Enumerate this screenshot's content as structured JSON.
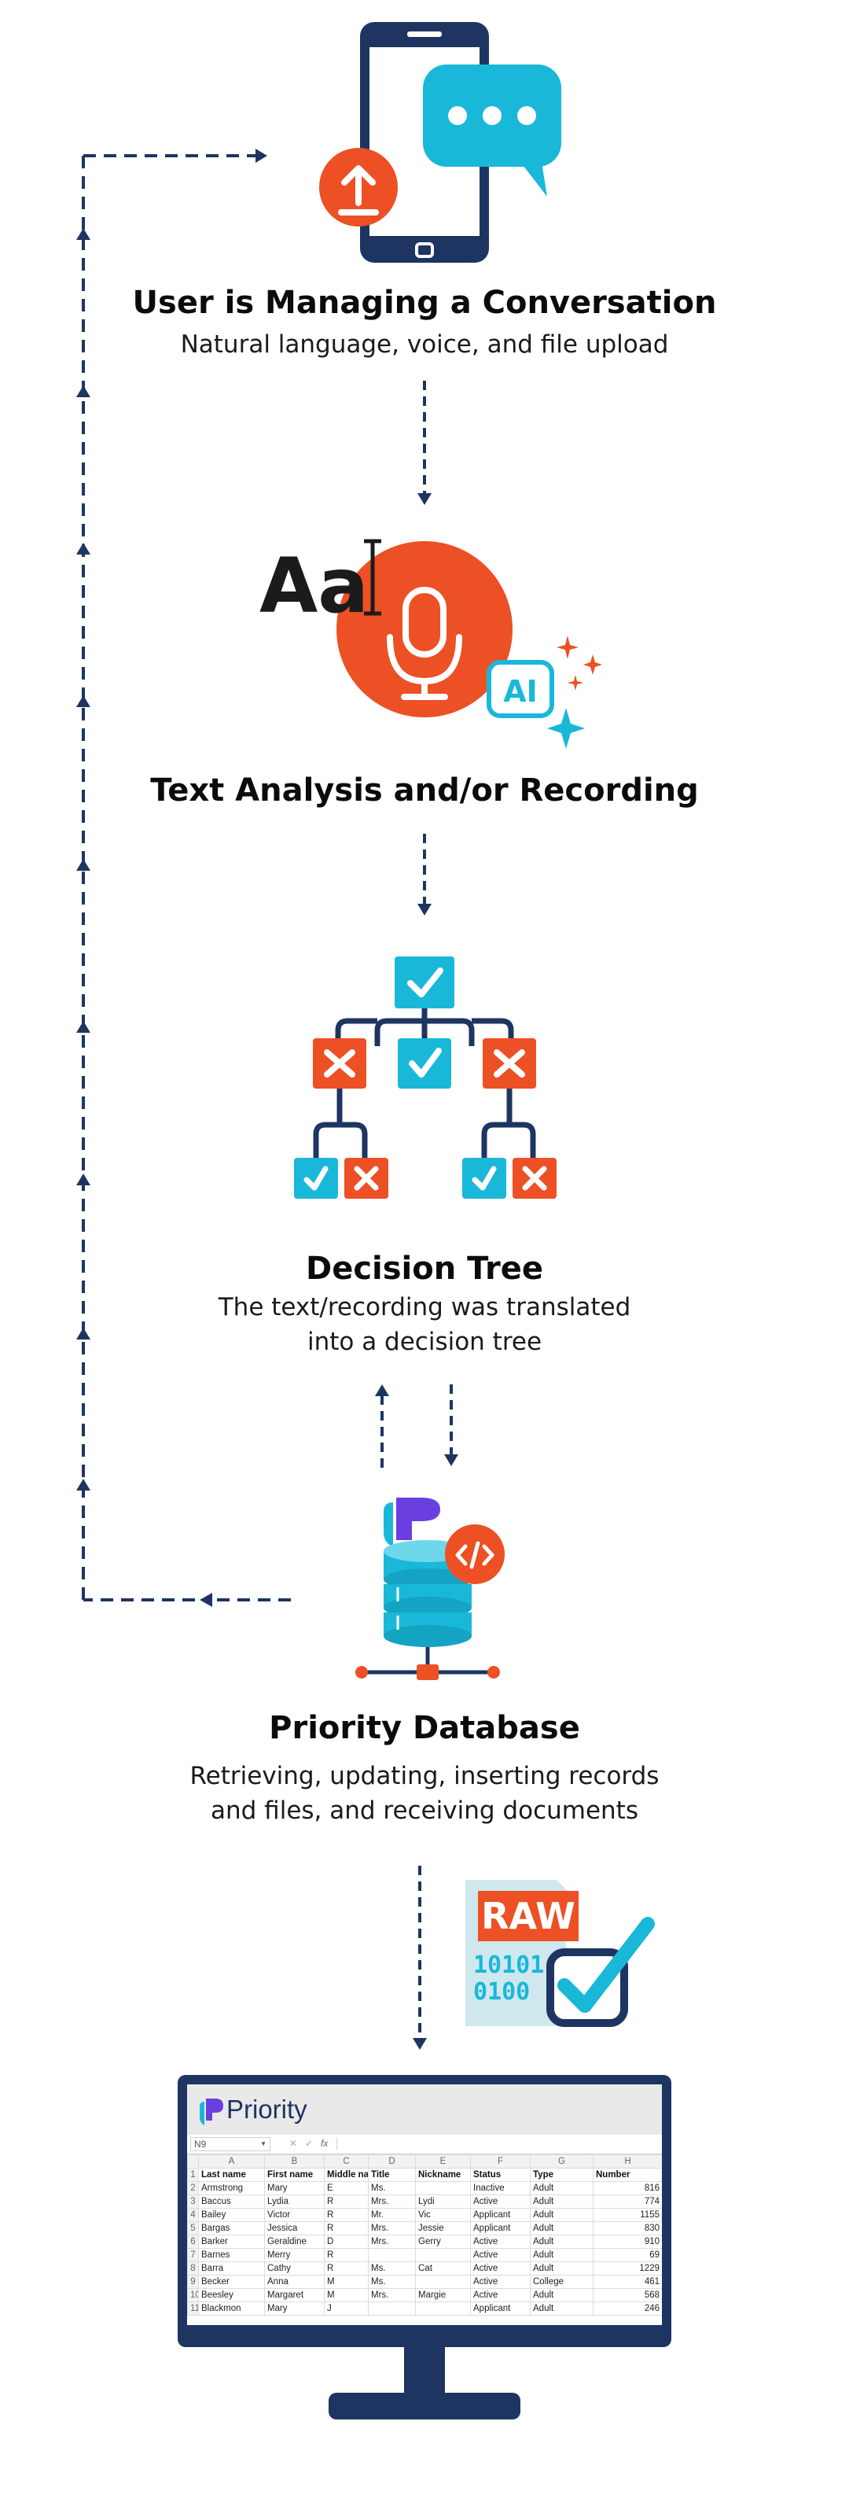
{
  "colors": {
    "navy": "#1e3561",
    "cyan": "#19b8d8",
    "orange": "#ec5024",
    "purple": "#6a3fe0"
  },
  "steps": [
    {
      "title": "User is Managing a Conversation",
      "subtitle": [
        "Natural language, voice, and file upload"
      ]
    },
    {
      "title": "Text Analysis and/or Recording",
      "subtitle": []
    },
    {
      "title": "Decision Tree",
      "subtitle": [
        "The text/recording was translated",
        "into a decision tree"
      ]
    },
    {
      "title": "Priority Database",
      "subtitle": [
        "Retrieving, updating, inserting records",
        "and files, and receiving documents"
      ]
    }
  ],
  "icons": {
    "aa_text": "Aa",
    "ai_badge": "AI",
    "raw_label": "RAW",
    "binary": [
      "10101",
      "0100"
    ]
  },
  "monitor": {
    "app_name": "Priority",
    "name_box": "N9",
    "fx": "fx",
    "col_letters": [
      "A",
      "B",
      "C",
      "D",
      "E",
      "F",
      "G",
      "H"
    ],
    "headers": [
      "Last name",
      "First name",
      "Middle na",
      "Title",
      "Nickname",
      "Status",
      "Type",
      "Number"
    ],
    "rows": [
      [
        "Armstrong",
        "Mary",
        "E",
        "Ms.",
        "",
        "Inactive",
        "Adult",
        "816"
      ],
      [
        "Baccus",
        "Lydia",
        "R",
        "Mrs.",
        "Lydi",
        "Active",
        "Adult",
        "774"
      ],
      [
        "Bailey",
        "Victor",
        "R",
        "Mr.",
        "Vic",
        "Applicant",
        "Adult",
        "1155"
      ],
      [
        "Bargas",
        "Jessica",
        "R",
        "Mrs.",
        "Jessie",
        "Applicant",
        "Adult",
        "830"
      ],
      [
        "Barker",
        "Geraldine",
        "D",
        "Mrs.",
        "Gerry",
        "Active",
        "Adult",
        "910"
      ],
      [
        "Barnes",
        "Merry",
        "R",
        "",
        "",
        "Active",
        "Adult",
        "69"
      ],
      [
        "Barra",
        "Cathy",
        "R",
        "Ms.",
        "Cat",
        "Active",
        "Adult",
        "1229"
      ],
      [
        "Becker",
        "Anna",
        "M",
        "Ms.",
        "",
        "Active",
        "College",
        "461"
      ],
      [
        "Beesley",
        "Margaret",
        "M",
        "Mrs.",
        "Margie",
        "Active",
        "Adult",
        "568"
      ],
      [
        "Blackmon",
        "Mary",
        "J",
        "",
        "",
        "Applicant",
        "Adult",
        "246"
      ]
    ]
  }
}
